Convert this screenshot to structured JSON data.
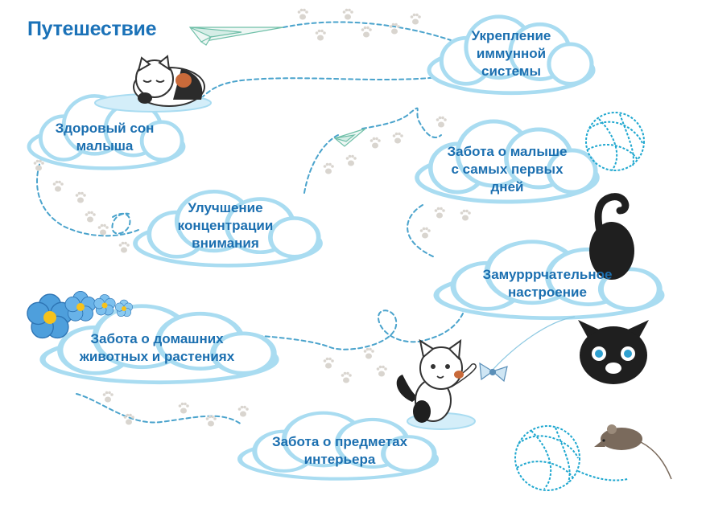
{
  "title": "Путешествие",
  "clouds": [
    {
      "id": "immunity",
      "lines": [
        "Укрепление",
        "иммунной",
        "системы"
      ]
    },
    {
      "id": "sleep",
      "lines": [
        "Здоровый сон",
        "малыша"
      ]
    },
    {
      "id": "care-baby",
      "lines": [
        "Забота о малыше",
        "с самых первых",
        "дней"
      ]
    },
    {
      "id": "concentration",
      "lines": [
        "Улучшение",
        "концентрации",
        "внимания"
      ]
    },
    {
      "id": "mood",
      "lines": [
        "Замурррчательное",
        "настроение"
      ]
    },
    {
      "id": "pets-plants",
      "lines": [
        "Забота о домашних",
        "животных и растениях"
      ]
    },
    {
      "id": "interior",
      "lines": [
        "Забота о предметах",
        "интерьера"
      ]
    }
  ],
  "illustrations": [
    "paper-plane-icon",
    "sleeping-cat-icon",
    "yarn-ball-icon",
    "hanging-black-cat-icon",
    "waving-cat-icon",
    "flowers-icon",
    "mouse-icon",
    "paw-print-icon"
  ],
  "colors": {
    "title": "#1b72b8",
    "label": "#1b6fb0",
    "cloud_fill": "#ffffff",
    "cloud_outline": "#a9dcf1",
    "dashed_path": "#4aa3cc",
    "yarn": "#1ea7cf",
    "paw": "#d9d5cf"
  }
}
